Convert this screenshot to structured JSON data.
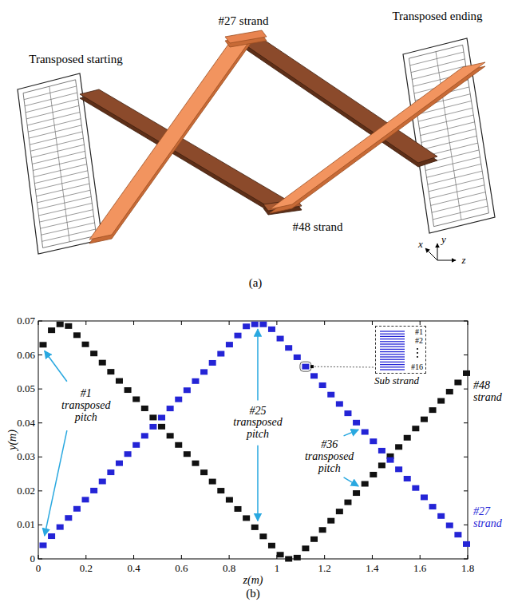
{
  "diagram": {
    "nodes": [
      {
        "text": [
          "#1",
          "#2",
          "#16",
          "Sub strand"
        ]
      }
    ],
    "labels": [
      "Transposed starting",
      "Transposed ending",
      "#27 strand",
      "#48 strand",
      "x",
      "y",
      "z",
      "(a)",
      "0",
      "0.01",
      "0.02",
      "0.03",
      "0.04",
      "0.05",
      "0.06",
      "0.07",
      "0",
      "0.2",
      "0.4",
      "0.6",
      "0.8",
      "1",
      "1.2",
      "1.4",
      "1.6",
      "1.8",
      "y(m)",
      "z(m)",
      "#1 transposed pitch",
      "#25 transposed pitch",
      "#36 transposed pitch",
      "#48 strand",
      "#27 strand",
      "(b)"
    ]
  }
}
